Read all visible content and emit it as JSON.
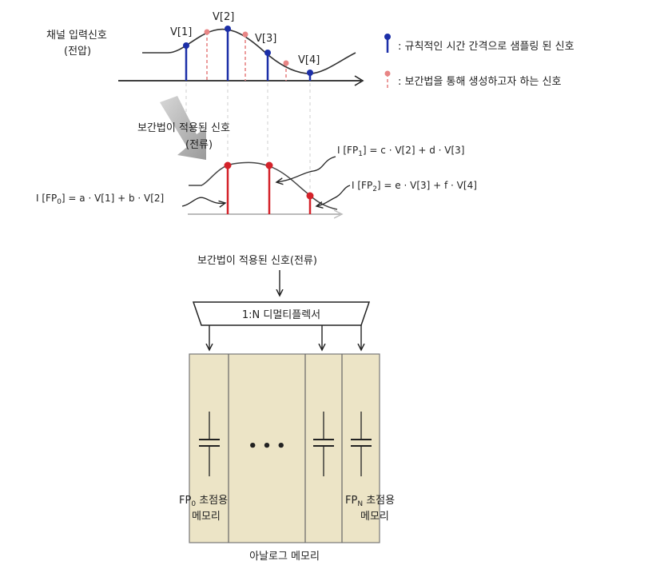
{
  "top_plot": {
    "channel_label_line1": "채널 입력신호",
    "channel_label_line2": "(전압)",
    "samples": [
      "V[1]",
      "V[2]",
      "V[3]",
      "V[4]"
    ]
  },
  "legend": {
    "sampled": ": 규칙적인 시간 간격으로 샘플링 된 신호",
    "interpolated": ": 보간법을 통해 생성하고자 하는 신호",
    "sampled_color": "#1c2fa8",
    "interpolated_color": "#e88585"
  },
  "middle_plot": {
    "label_line1": "보간법이 적용된 신호",
    "label_line2": "(전류)",
    "fp0": {
      "pre": "I [FP",
      "sub": "0",
      "post": "] = a · V[1] + b · V[2]"
    },
    "fp1": {
      "pre": "I [FP",
      "sub": "1",
      "post": "] = c · V[2] + d · V[3]"
    },
    "fp2": {
      "pre": "I [FP",
      "sub": "2",
      "post": "] = e · V[3] + f · V[4]"
    },
    "marker_color": "#d4222a"
  },
  "bottom": {
    "input_label": "보간법이 적용된 신호(전류)",
    "demux_label": "1:N 디멀티플렉서",
    "ellipsis": "• • •",
    "memory_fp0_line1": {
      "pre": "FP",
      "sub": "0",
      "post": " 초점용"
    },
    "memory_fp0_line2": "메모리",
    "memory_fpn_line1": {
      "pre": "FP",
      "sub": "N",
      "post": " 초점용"
    },
    "memory_fpn_line2": "메모리",
    "analog_memory": "아날로그 메모리",
    "memory_fill": "#ece4c6"
  }
}
